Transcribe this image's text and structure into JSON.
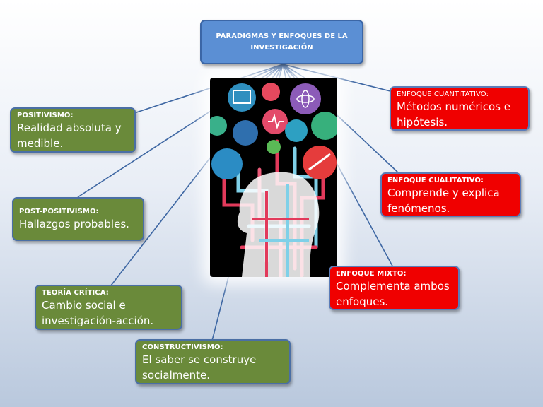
{
  "title": "PARADIGMAS Y ENFOQUES DE LA INVESTIGACIÓN",
  "left_nodes": [
    {
      "heading": "POSITIVISMO:",
      "body": "Realidad absoluta y medible."
    },
    {
      "heading": "POST-POSITIVISMO:",
      "body": "Hallazgos probables."
    },
    {
      "heading": "TEORÍA CRÍTICA:",
      "body": "Cambio social e investigación-acción."
    },
    {
      "heading": "CONSTRUCTIVISMO:",
      "body": "El saber se construye socialmente."
    }
  ],
  "right_nodes": [
    {
      "heading": "ENFOQUE CUANTITATIVO:",
      "body": "Métodos numéricos e hipótesis."
    },
    {
      "heading": "ENFOQUE CUALITATIVO:",
      "body": "Comprende y explica fenómenos."
    },
    {
      "heading": "ENFOQUE MIXTO:",
      "body": "Complementa ambos enfoques."
    }
  ],
  "colors": {
    "title_box": "#5b8fd4",
    "paradigm_box": "#6a8a3a",
    "approach_box": "#f00000",
    "connector": "#3e67a3"
  },
  "illustration": "head-with-science-icons"
}
